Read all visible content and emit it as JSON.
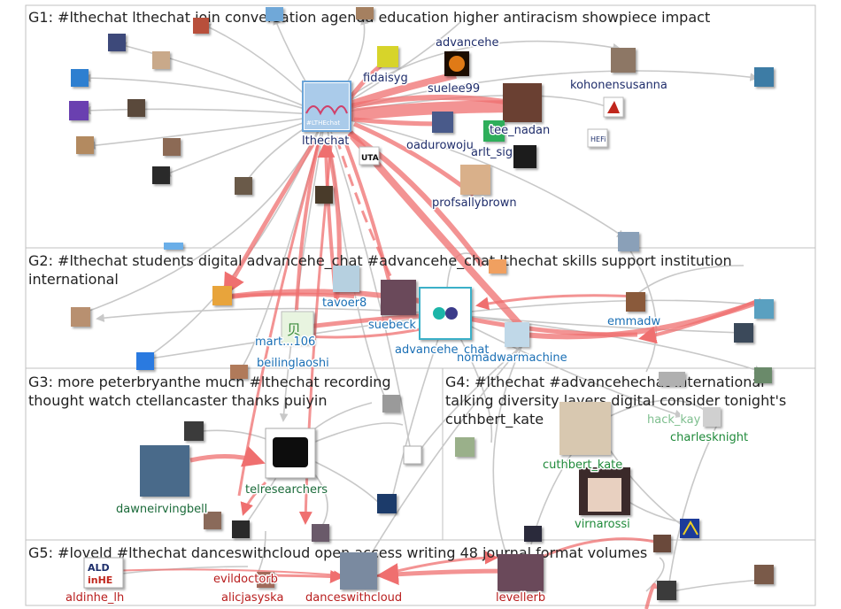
{
  "groups": [
    {
      "id": "G1",
      "title_lines": [
        "G1: #lthechat lthechat join conversation agenda education higher antiracism showpiece impact"
      ]
    },
    {
      "id": "G2",
      "title_lines": [
        "G2: #lthechat students digital advancehe_chat #advancehe_chat lthechat skills support institution",
        "international"
      ]
    },
    {
      "id": "G3",
      "title_lines": [
        "G3: more peterbryanthe much #lthechat recording",
        "thought watch ctellancaster thanks puiyin"
      ]
    },
    {
      "id": "G4",
      "title_lines": [
        "G4: #lthechat #advancehechat international",
        "talking diversity layers digital consider tonight's",
        "cuthbert_kate"
      ]
    },
    {
      "id": "G5",
      "title_lines": [
        "G5: #loveld #lthechat danceswithcloud open access writing 48 journal format volumes"
      ]
    }
  ],
  "labeled_nodes": [
    {
      "label": "lthechat",
      "group": "G1",
      "color": "#1f2d6b"
    },
    {
      "label": "advancehe",
      "group": "G1",
      "color": "#1f2d6b"
    },
    {
      "label": "fidaisyg",
      "group": "G1",
      "color": "#1f2d6b"
    },
    {
      "label": "suelee99",
      "group": "G1",
      "color": "#1f2d6b"
    },
    {
      "label": "kohonensusanna",
      "group": "G1",
      "color": "#1f2d6b"
    },
    {
      "label": "tee_nadan",
      "group": "G1",
      "color": "#1f2d6b"
    },
    {
      "label": "oadurowoju",
      "group": "G1",
      "color": "#1f2d6b"
    },
    {
      "label": "arlt_sig",
      "group": "G1",
      "color": "#1f2d6b"
    },
    {
      "label": "profsallybrown",
      "group": "G1",
      "color": "#1f2d6b"
    },
    {
      "label": "tavoer8",
      "group": "G2",
      "color": "#1a6fb5"
    },
    {
      "label": "suebeck",
      "group": "G2",
      "color": "#1a6fb5"
    },
    {
      "label": "emmadw",
      "group": "G2",
      "color": "#1a6fb5"
    },
    {
      "label": "mart...106",
      "group": "G2",
      "color": "#1a6fb5"
    },
    {
      "label": "advancehe_chat",
      "group": "G2",
      "color": "#1a6fb5"
    },
    {
      "label": "nomadwarmachine",
      "group": "G2",
      "color": "#1a6fb5"
    },
    {
      "label": "beilinglaoshi",
      "group": "G2",
      "color": "#1a6fb5"
    },
    {
      "label": "telresearchers",
      "group": "G3",
      "color": "#1b6b3a"
    },
    {
      "label": "dawneirvingbell",
      "group": "G3",
      "color": "#1b6b3a"
    },
    {
      "label": "hack_kay",
      "group": "G4",
      "color": "#7fbf8f"
    },
    {
      "label": "charlesknight",
      "group": "G4",
      "color": "#1f8a3a"
    },
    {
      "label": "cuthbert_kate",
      "group": "G4",
      "color": "#1f8a3a"
    },
    {
      "label": "virnarossi",
      "group": "G4",
      "color": "#1f8a3a"
    },
    {
      "label": "evildoctorb",
      "group": "G5",
      "color": "#b81d1d"
    },
    {
      "label": "aldinhe_lh",
      "group": "G5",
      "color": "#b81d1d"
    },
    {
      "label": "alicjasyska",
      "group": "G5",
      "color": "#b81d1d"
    },
    {
      "label": "danceswithcloud",
      "group": "G5",
      "color": "#b81d1d"
    },
    {
      "label": "levellerb",
      "group": "G5",
      "color": "#b81d1d"
    }
  ],
  "logo_text": {
    "lthechat_logo": "#LTHEchat",
    "uta_logo": "UTA",
    "aldinhe_logo_top": "ALD",
    "aldinhe_logo_bottom": "inHE",
    "hefi_logo": "HEFi"
  },
  "colors": {
    "edge_strong": "#ef6f6f",
    "edge_weak": "#c8c8c8",
    "panel_border": "#c0c0c0",
    "title": "#222222"
  }
}
